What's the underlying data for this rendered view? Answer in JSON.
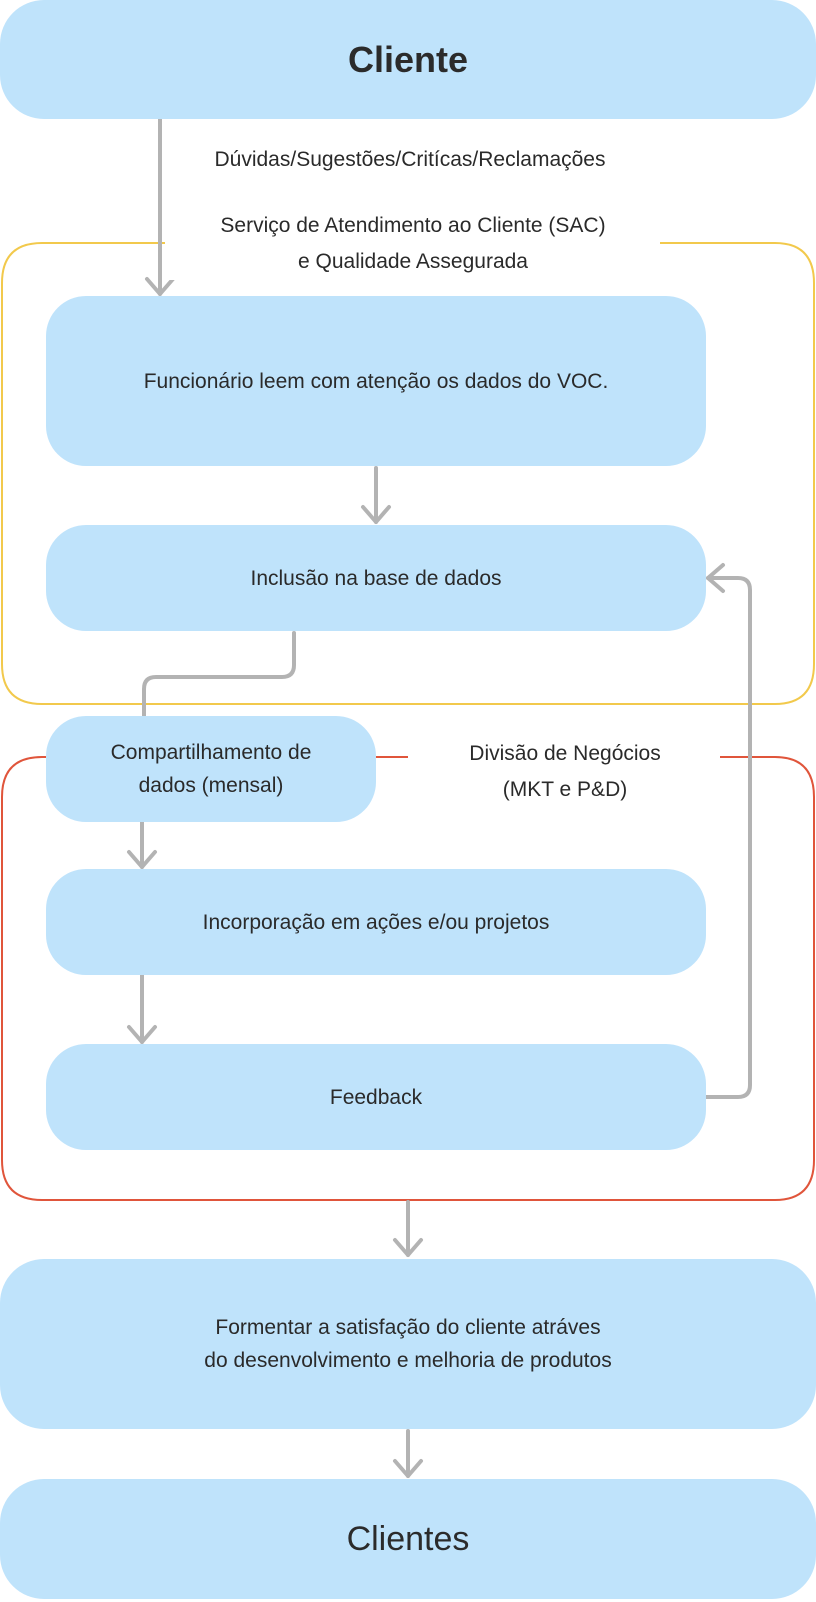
{
  "colors": {
    "box_fill": "#bfe3fb",
    "connector": "#b3b3b3",
    "sac_border": "#f2c94c",
    "business_border": "#e0553b"
  },
  "top_box": {
    "label": "Cliente"
  },
  "input_label": "Dúvidas/Sugestões/Critícas/Reclamações",
  "sac_group": {
    "title": "Serviço de Atendimento ao Cliente (SAC)\ne Qualidade Assegurada"
  },
  "steps": {
    "read_voc": "Funcionário leem com atenção os dados do VOC.",
    "database": "Inclusão na base de dados",
    "share": "Compartilhamento de\ndados (mensal)",
    "incorporate": "Incorporação em ações e/ou projetos",
    "feedback": "Feedback"
  },
  "business_group": {
    "title": "Divisão de Negócios\n(MKT e P&D)"
  },
  "goal_box": {
    "label": "Formentar a satisfação do cliente atráves\ndo desenvolvimento e melhoria de produtos"
  },
  "bottom_box": {
    "label": "Clientes"
  }
}
